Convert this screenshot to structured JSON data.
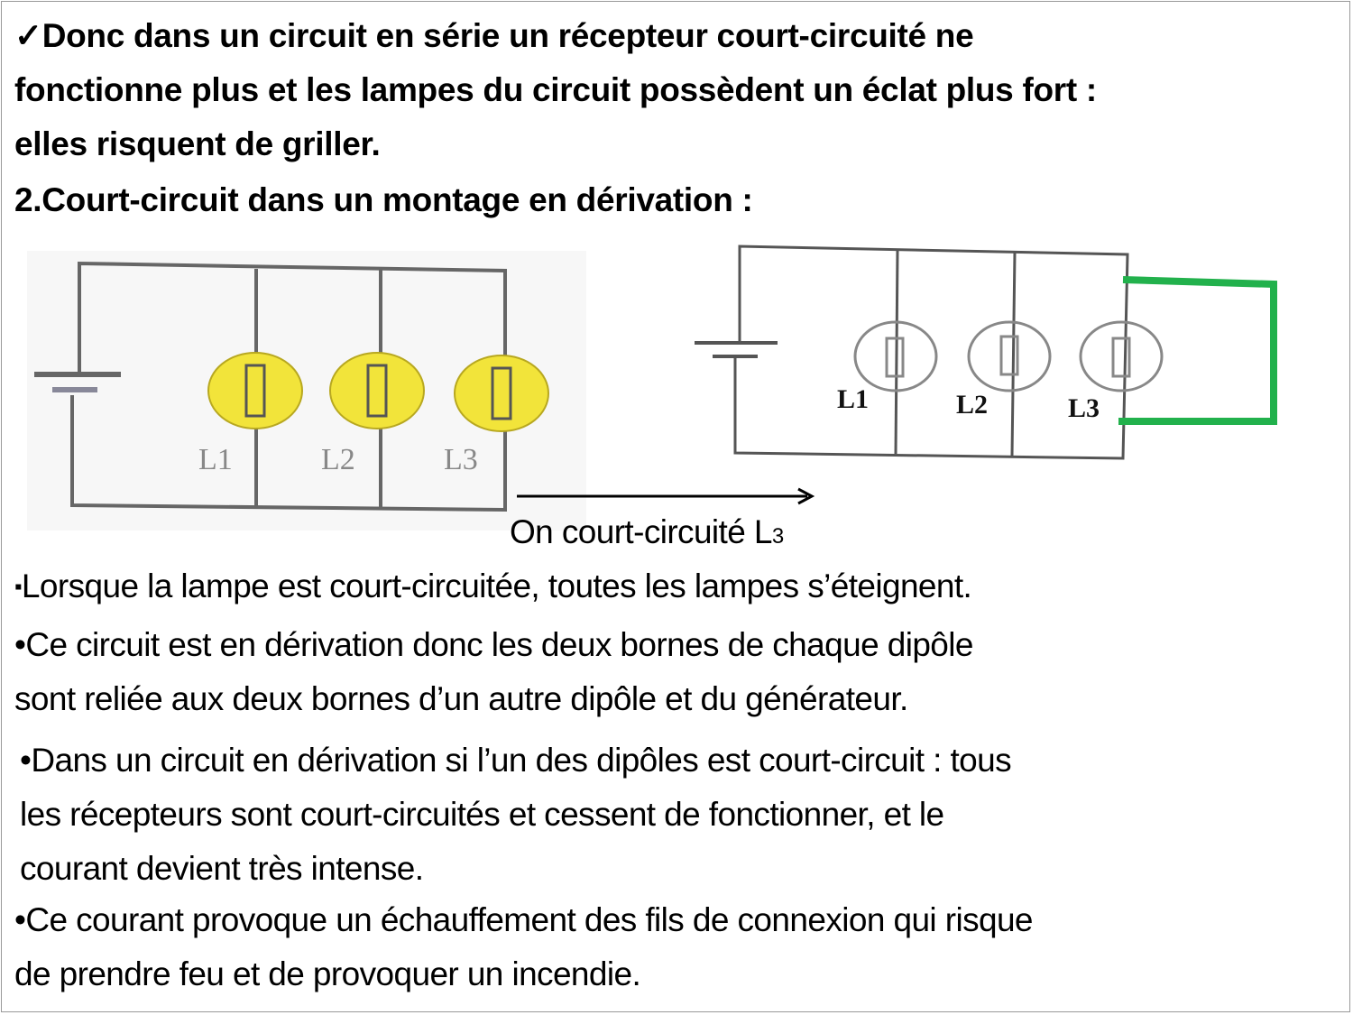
{
  "intro": {
    "check_icon": "✓",
    "lines": [
      "Donc dans un circuit en série un récepteur court-circuité ne",
      "fonctionne plus et les lampes du circuit possèdent un éclat plus fort :",
      "elles risquent de griller."
    ]
  },
  "section_title": "2.Court-circuit dans un montage en dérivation :",
  "figure": {
    "left_labels": [
      "L1",
      "L2",
      "L3"
    ],
    "right_labels": [
      "L1",
      "L2",
      "L3"
    ],
    "caption_main": "On court-circuité L",
    "caption_sub": "3",
    "short_wire_color": "#22b14c",
    "lamp_color": "#f2e43a"
  },
  "paragraphs": {
    "p1_bullet": "▪",
    "p1": "Lorsque la lampe est court-circuitée, toutes les lampes s’éteignent.",
    "p2": [
      "•Ce circuit est en dérivation donc les deux bornes de chaque dipôle",
      "sont reliée aux deux bornes d’un autre dipôle et du générateur."
    ],
    "p3": [
      "•Dans un circuit en dérivation si l’un des dipôles est court-circuit : tous",
      "les récepteurs sont court-circuités et cessent de fonctionner, et le",
      "courant devient très intense."
    ],
    "p4": [
      "•Ce courant provoque un échauffement des fils de connexion qui risque",
      "de prendre feu et de provoquer un incendie."
    ]
  }
}
